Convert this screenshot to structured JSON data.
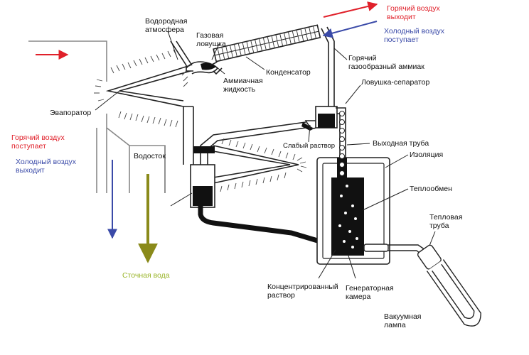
{
  "labels": {
    "hydrogen_atmosphere": "Водородная\nатмосфера",
    "gas_trap": "Газовая\nловушка",
    "hot_air_out": "Горячий воздух\nвыходит",
    "cold_air_in": "Холодный воздух\nпоступает",
    "hot_ammonia_gas": "Горячий\nгазообразный аммиак",
    "ammonia_liquid": "Аммиачная\nжидкость",
    "condenser": "Конденсатор",
    "separator_trap": "Ловушка-сепаратор",
    "evaporator": "Эвапоратор",
    "weak_solution": "Слабый раствор",
    "outlet_tube": "Выходная труба",
    "insulation": "Изоляция",
    "hot_air_in": "Горячий воздух\nпоступает",
    "cold_air_out": "Холодный воздух\nвыходит",
    "drain": "Водосток",
    "heat_exchanger": "Теплообмен",
    "heat_pipe": "Тепловая\nтруба",
    "waste_water": "Сточная вода",
    "concentrated_solution": "Концентрированный\nраствор",
    "generator_chamber": "Генераторная\nкамера",
    "vacuum_lamp": "Вакуумная\nлампа"
  },
  "colors": {
    "hot": "#e0202a",
    "cold": "#3a4aa8",
    "waste": "#8a8a1a",
    "waste_label": "#9ab52a",
    "line": "#222222",
    "fill": "#111111"
  }
}
